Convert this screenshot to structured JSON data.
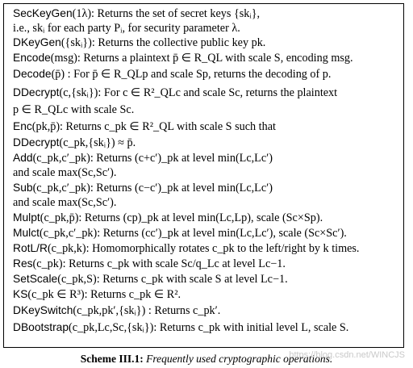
{
  "scheme_box": {
    "lines": [
      {
        "name": "SecKeyGen",
        "text": "(1λ): Returns the set of secret keys {skᵢ},"
      },
      {
        "name": "",
        "text": "i.e., skᵢ for each party Pᵢ, for security parameter λ."
      },
      {
        "name": "DKeyGen",
        "text": "({skᵢ}): Returns the collective public key pk."
      },
      {
        "name": "Encode",
        "text": "(msg): Returns a plaintext p̄ ∈ R_QL with scale S, encoding msg."
      },
      {
        "name": "Decode",
        "text": "(p̄) : For p̄ ∈ R_QLp and scale Sp, returns the decoding of p."
      },
      {
        "name": "DDecrypt",
        "text": "(c,{skᵢ}): For c ∈ R²_QLc and scale Sc, returns the plaintext"
      },
      {
        "name": "",
        "text": "p ∈ R_QLc with scale Sc."
      },
      {
        "name": "Enc",
        "text": "(pk,p̄): Returns c_pk ∈ R²_QL with scale S such that"
      },
      {
        "name": "DDecrypt",
        "text": "(c_pk,{skᵢ}) ≈ p̄."
      },
      {
        "name": "Add",
        "text": "(c_pk,c′_pk): Returns (c+c′)_pk at level min(Lc,Lc′)"
      },
      {
        "name": "",
        "text": "and scale max(Sc,Sc′)."
      },
      {
        "name": "Sub",
        "text": "(c_pk,c′_pk): Returns (c−c′)_pk at level min(Lc,Lc′)"
      },
      {
        "name": "",
        "text": "and scale max(Sc,Sc′)."
      },
      {
        "name": "Mulpt",
        "text": "(c_pk,p̄): Returns (cp)_pk at level min(Lc,Lp), scale (Sc×Sp)."
      },
      {
        "name": "Mulct",
        "text": "(c_pk,c′_pk): Returns (cc′)_pk at level min(Lc,Lc′), scale (Sc×Sc′)."
      },
      {
        "name": "RotL/R",
        "text": "(c_pk,k): Homomorphically rotates c_pk to the left/right by k times."
      },
      {
        "name": "Res",
        "text": "(c_pk): Returns c_pk with scale Sc/q_Lc at level Lc−1."
      },
      {
        "name": "SetScale",
        "text": "(c_pk,S): Returns c_pk with scale S at level Lc−1."
      },
      {
        "name": "KS",
        "text": "(c_pk ∈ R³): Returns c_pk ∈ R²."
      },
      {
        "name": "DKeySwitch",
        "text": "(c_pk,pk′,{skᵢ}) : Returns c_pk′."
      },
      {
        "name": "DBootstrap",
        "text": "(c_pk,Lc,Sc,{skᵢ}): Returns c_pk with initial level L, scale S."
      }
    ]
  },
  "caption": {
    "label": "Scheme III.1:",
    "text": "Frequently used cryptographic operations."
  },
  "watermark": "https://blog.csdn.net/WINCJS"
}
